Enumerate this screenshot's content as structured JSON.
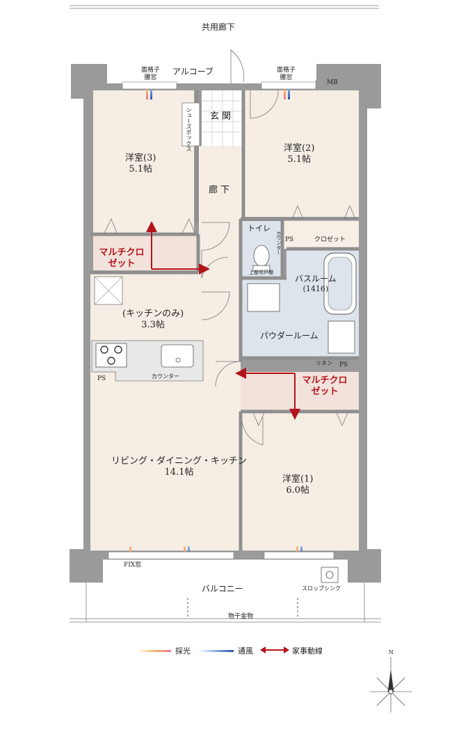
{
  "corridor_label": "共用廊下",
  "alcove_label": "アルコーブ",
  "mb_label": "MB",
  "window_left_label": [
    "面格子",
    "腰窓"
  ],
  "window_right_label": [
    "面格子",
    "腰窓"
  ],
  "entrance_label": "玄関",
  "shoe_box_label": "シューズボックス",
  "hallway_label": "廊下",
  "room3": {
    "name": "洋室(3)",
    "size": "5.1帖"
  },
  "room2": {
    "name": "洋室(2)",
    "size": "5.1帖"
  },
  "room1": {
    "name": "洋室(1)",
    "size": "6.0帖"
  },
  "multi_closet_left": "マルチクロゼット",
  "multi_closet_right": "マルチクロゼット",
  "toilet_label": "トイレ",
  "counter_vertical_label": "カウンター",
  "upper_cabinet_label": "上部吊戸棚",
  "ps_labels": [
    "PS",
    "PS",
    "PS"
  ],
  "closet_label": "クロゼット",
  "bathroom": {
    "name": "バスルーム",
    "size": "(1416)"
  },
  "powder_room_label": "パウダールーム",
  "linen_label": "リネン",
  "kitchen": {
    "name": "(キッチンのみ)",
    "size": "3.3帖"
  },
  "counter_label": "カウンター",
  "ldk": {
    "name": "リビング・ダイニング・キッチン",
    "size": "14.1帖"
  },
  "fix_window_label": "FIX窓",
  "balcony_label": "バルコニー",
  "slop_sink_label": "スロップシンク",
  "laundry_hanger_label": "物干金物",
  "legend": {
    "light": "採光",
    "wind": "通風",
    "housework": "家事動線"
  },
  "compass_label": "N",
  "colors": {
    "wall": "#9a9a9a",
    "floor": "#f7efe6",
    "wet_area": "#dde4ec",
    "multi_closet": "#f3e2dc",
    "arrow": "#b3131b"
  }
}
